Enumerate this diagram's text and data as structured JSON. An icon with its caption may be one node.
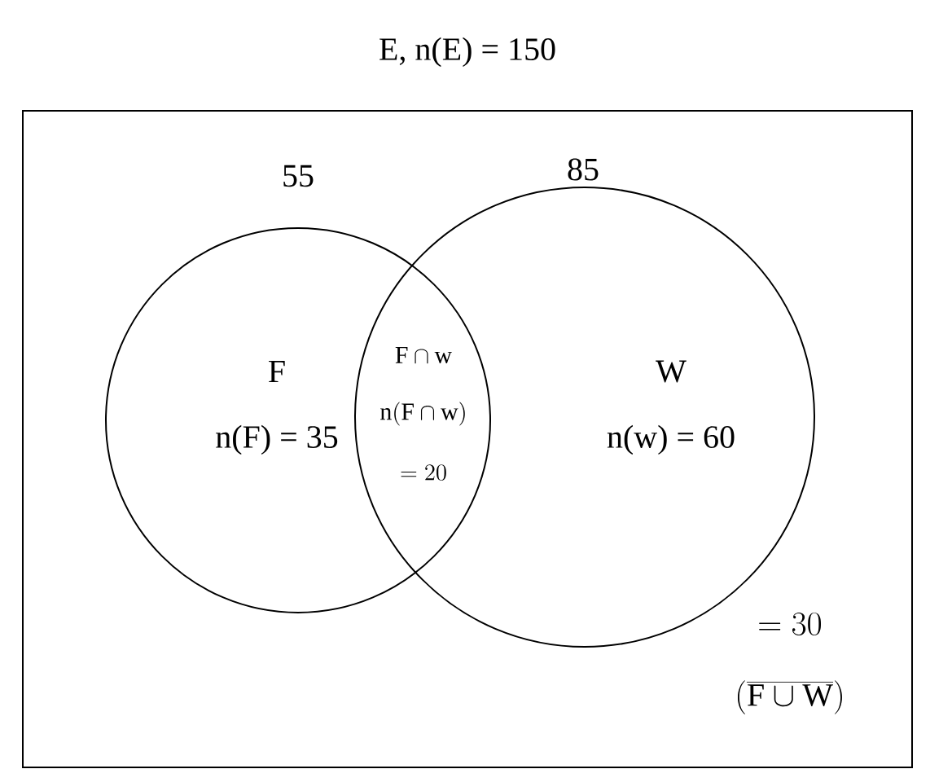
{
  "diagram": {
    "nodes": [
      {
        "text": [
          "E, n(E) = 150"
        ]
      },
      {
        "text": [
          "F",
          "n(F) = 35"
        ],
        "in": 0
      },
      {
        "text": [
          "W",
          "n(w) = 60"
        ],
        "in": 0
      }
    ],
    "labels": [
      "55",
      "85",
      "\\mathrm{F} \\cap \\mathrm{w}",
      "\\mathrm{n}(\\mathrm{F} \\cap \\mathrm{w})",
      "= 20",
      "= 30",
      "\\left(\\overline{\\mathrm{F} \\cup \\mathrm{W}}\\right)"
    ]
  }
}
